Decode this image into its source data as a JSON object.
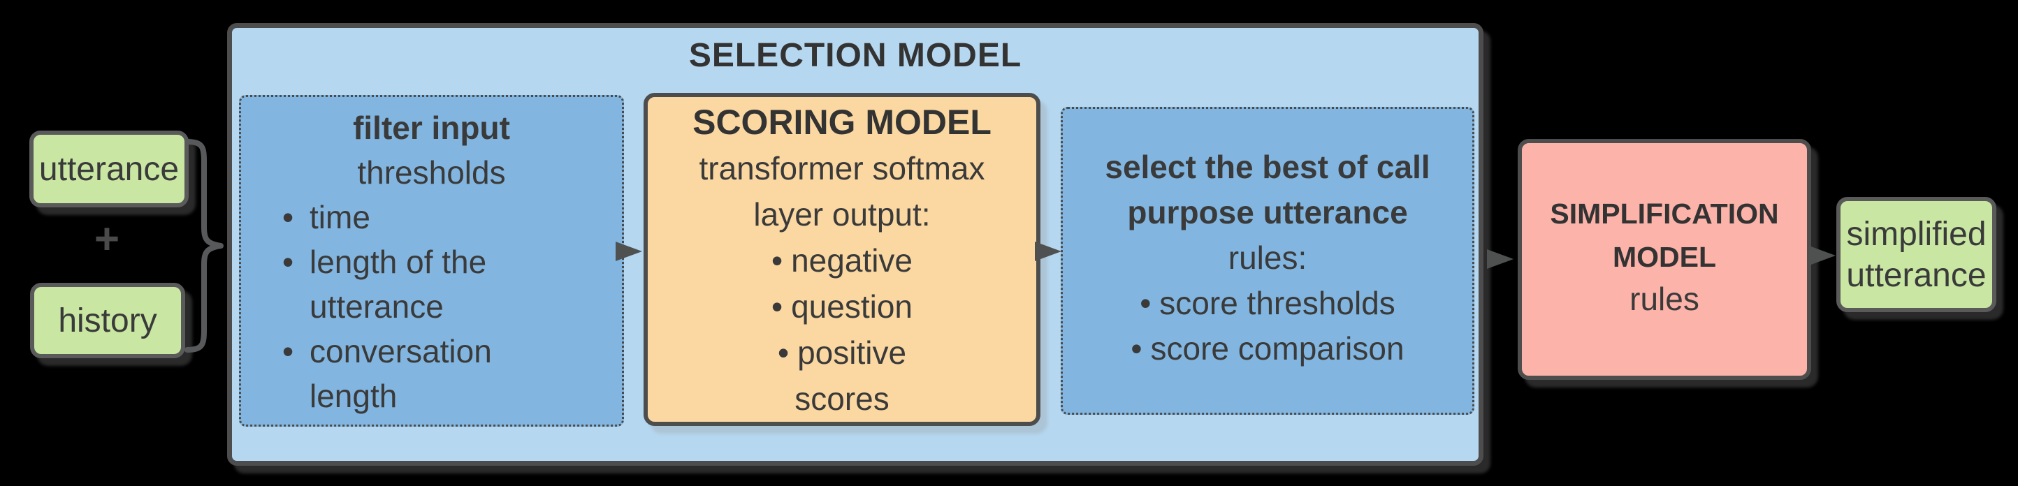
{
  "diagram": {
    "inputs": {
      "utterance": "utterance",
      "plus": "+",
      "history": "history"
    },
    "selection_model": {
      "title": "SELECTION MODEL",
      "filter": {
        "heading": "filter input",
        "subheading": "thresholds",
        "bullets": [
          "time",
          "length of the\nutterance",
          "conversation\nlength"
        ]
      },
      "scoring": {
        "title": "SCORING MODEL",
        "description": "transformer softmax\nlayer output:",
        "bullets": [
          "negative",
          "question",
          "positive"
        ],
        "footer": "scores"
      },
      "select_best": {
        "heading": "select the best of call\npurpose utterance",
        "subheading": "rules:",
        "bullets": [
          "score thresholds",
          "score comparison"
        ]
      }
    },
    "simplification_model": {
      "title": "SIMPLIFICATION\nMODEL",
      "subtitle": "rules"
    },
    "output": {
      "label": "simplified\nutterance"
    },
    "colors": {
      "background": "#000000",
      "container_fill": "#b5d7ef",
      "inner_blue_fill": "#82b6e0",
      "scoring_fill": "#fbd8a2",
      "simplification_fill": "#fcb3a9",
      "io_green_fill": "#c9e7a3",
      "border": "#4d4d4d",
      "text": "#3a3a3a",
      "arrow": "#4f5151"
    }
  }
}
